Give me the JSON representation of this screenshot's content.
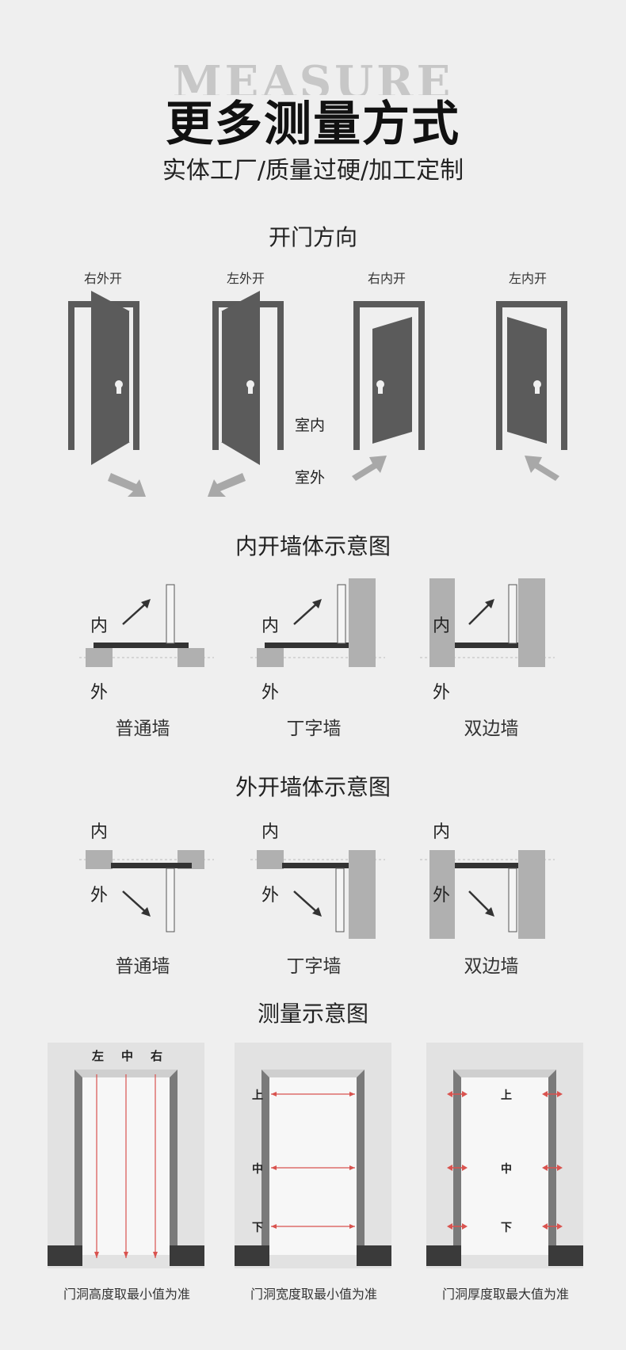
{
  "header": {
    "bg_word": "MEASURE",
    "title": "更多测量方式",
    "subtitle": "实体工厂/质量过硬/加工定制"
  },
  "door_direction": {
    "title": "开门方向",
    "doors": [
      {
        "label": "右外开"
      },
      {
        "label": "左外开"
      },
      {
        "label": "右内开"
      },
      {
        "label": "左内开"
      }
    ],
    "indoor": "室内",
    "outdoor": "室外"
  },
  "inward_walls": {
    "title": "内开墙体示意图",
    "in_label": "内",
    "out_label": "外",
    "walls": [
      {
        "label": "普通墙"
      },
      {
        "label": "丁字墙"
      },
      {
        "label": "双边墙"
      }
    ]
  },
  "outward_walls": {
    "title": "外开墙体示意图",
    "in_label": "内",
    "out_label": "外",
    "walls": [
      {
        "label": "普通墙"
      },
      {
        "label": "丁字墙"
      },
      {
        "label": "双边墙"
      }
    ]
  },
  "measurement": {
    "title": "测量示意图",
    "height": {
      "marks": [
        "左",
        "中",
        "右"
      ],
      "caption": "门洞高度取最小值为准"
    },
    "width": {
      "marks": [
        "上",
        "中",
        "下"
      ],
      "caption": "门洞宽度取最小值为准"
    },
    "thickness": {
      "marks": [
        "上",
        "中",
        "下"
      ],
      "caption": "门洞厚度取最大值为准"
    }
  },
  "colors": {
    "background": "#efefef",
    "door": "#5b5b5b",
    "frame": "#5a5a5a",
    "wall": "#b0b0b0",
    "arrow": "#a8a8a8",
    "measure_line": "#d9534f"
  }
}
